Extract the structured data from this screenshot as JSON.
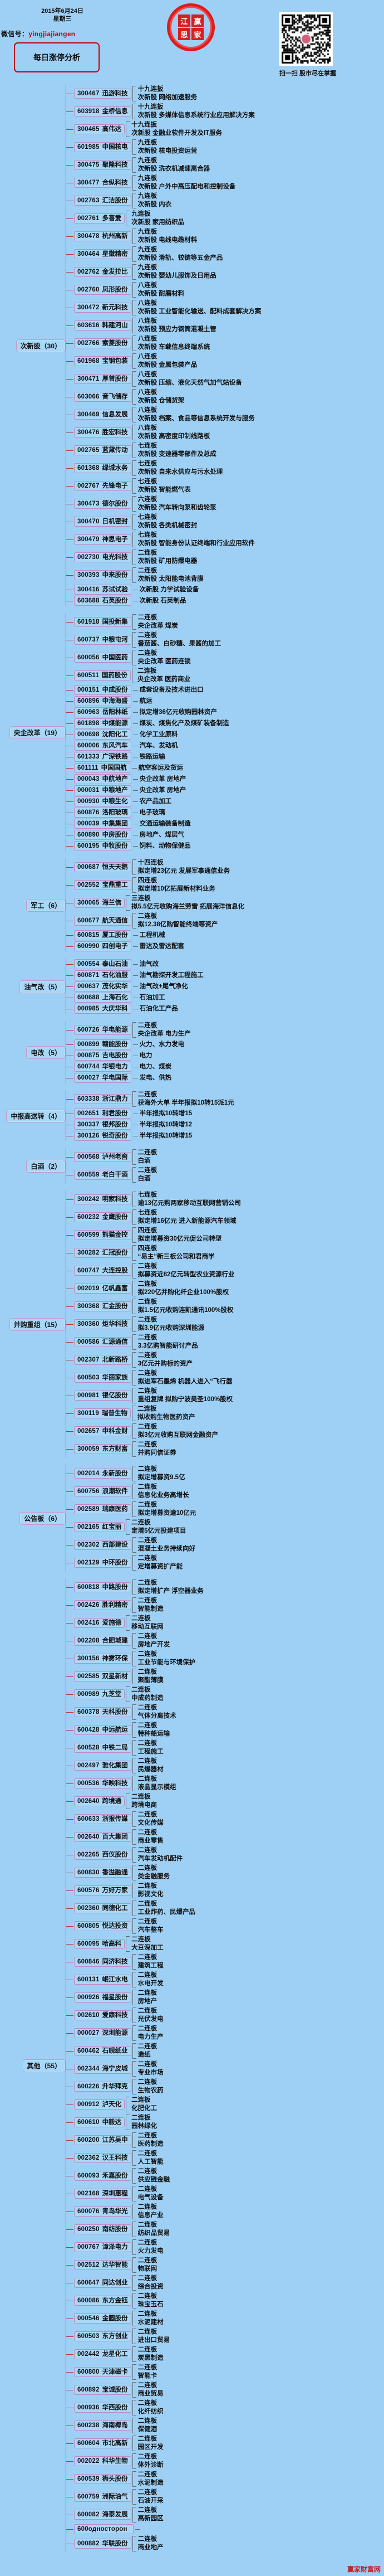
{
  "header": {
    "date": "2015年6月24日",
    "weekday": "星期三",
    "wechat_label": "微信号：",
    "wechat_id": "yingjiajiangen",
    "title": "每日涨停分析",
    "logo_chars": [
      "江",
      "赢",
      "思",
      "家"
    ],
    "qr_caption": "扫一扫 股市尽在掌握"
  },
  "footer": {
    "watermark": "赢家财富网"
  },
  "groups": [
    {
      "label": "次新股（30）",
      "rows": [
        {
          "code": "300467",
          "name": "迅游科技",
          "l1": "十九连扳",
          "l2": "次新股 网络加速服务"
        },
        {
          "code": "603918",
          "name": "金桥信息",
          "l1": "十九连扳",
          "l2": "次新股 多媒体信息系统行业应用解决方案"
        },
        {
          "code": "300465",
          "name": "高伟达",
          "l1": "十九连扳",
          "l2": "次新股 金融业软件开发及IT服务"
        },
        {
          "code": "601985",
          "name": "中国核电",
          "l1": "九连板",
          "l2": "次新股 核电投资运营"
        },
        {
          "code": "300475",
          "name": "聚隆科技",
          "l1": "九连板",
          "l2": "次新股 洗衣机减速离合器"
        },
        {
          "code": "300477",
          "name": "合纵科技",
          "l1": "九连板",
          "l2": "次新股 户外中高压配电和控制设备"
        },
        {
          "code": "002763",
          "name": "汇洁股份",
          "l1": "九连板",
          "l2": "次新股 内衣"
        },
        {
          "code": "002761",
          "name": "多喜爱",
          "l1": "九连板",
          "l2": "次新股 家用纺织品"
        },
        {
          "code": "300478",
          "name": "杭州高新",
          "l1": "九连板",
          "l2": "次新股 电线电缆材料"
        },
        {
          "code": "300464",
          "name": "星徽精密",
          "l1": "九连板",
          "l2": "次新股 滑轨、铰链等五金产品"
        },
        {
          "code": "002762",
          "name": "金发拉比",
          "l1": "九连板",
          "l2": "次新股 婴幼儿服饰及日用品"
        },
        {
          "code": "002760",
          "name": "凤形股份",
          "l1": "八连板",
          "l2": "次新股 耐磨材料"
        },
        {
          "code": "300472",
          "name": "新元科技",
          "l1": "八连板",
          "l2": "次新股 工业智能化输送、配料成套解决方案"
        },
        {
          "code": "603616",
          "name": "韩建河山",
          "l1": "八连板",
          "l2": "次新股 预应力钢筒混凝土管"
        },
        {
          "code": "002766",
          "name": "索菱股份",
          "l1": "八连板",
          "l2": "次新股 车载信息终端系统"
        },
        {
          "code": "601968",
          "name": "宝钢包装",
          "l1": "八连板",
          "l2": "次新股 金属包装产品"
        },
        {
          "code": "300471",
          "name": "厚普股份",
          "l1": "八连板",
          "l2": "次新股 压缩、液化天然气加气站设备"
        },
        {
          "code": "603066",
          "name": "音飞储存",
          "l1": "八连板",
          "l2": "次新股 仓储货架"
        },
        {
          "code": "300469",
          "name": "信息发展",
          "l1": "八连板",
          "l2": "次新股 档案、食品等信息系统开发与服务"
        },
        {
          "code": "300476",
          "name": "胜宏科技",
          "l1": "八连板",
          "l2": "次新股 高密度印制线路板"
        },
        {
          "code": "002765",
          "name": "蓝黛传动",
          "l1": "七连板",
          "l2": "次新股 变速器零部件及总成"
        },
        {
          "code": "601368",
          "name": "绿城水务",
          "l1": "七连板",
          "l2": "次新股 自来水供应与污水处理"
        },
        {
          "code": "002767",
          "name": "先锋电子",
          "l1": "七连板",
          "l2": "次新股 智能燃气表"
        },
        {
          "code": "300473",
          "name": "德尔股份",
          "l1": "六连板",
          "l2": "次新股 汽车转向泵和齿轮泵"
        },
        {
          "code": "300470",
          "name": "日机密封",
          "l1": "七连板",
          "l2": "次新股 各类机械密封"
        },
        {
          "code": "300479",
          "name": "神思电子",
          "l1": "七连板",
          "l2": "次新股 智能身份认证终端和行业应用软件"
        },
        {
          "code": "002730",
          "name": "电光科技",
          "l1": "二连板",
          "l2": "次新股 矿用防爆电器"
        },
        {
          "code": "300393",
          "name": "中来股份",
          "l1": "二连板",
          "l2": "次新股 太阳能电池背膜"
        },
        {
          "code": "300416",
          "name": "苏试试验",
          "l1": "",
          "l2": "次新股 力学试验设备"
        },
        {
          "code": "603688",
          "name": "石英股份",
          "l1": "",
          "l2": "次新股 石英制品"
        }
      ]
    },
    {
      "label": "央企改革（19）",
      "rows": [
        {
          "code": "601918",
          "name": "国投新集",
          "l1": "二连板",
          "l2": "央企改革 煤炭"
        },
        {
          "code": "600737",
          "name": "中粮屯河",
          "l1": "二连板",
          "l2": "番茄酱、白砂糖、果酱的加工"
        },
        {
          "code": "600056",
          "name": "中国医药",
          "l1": "二连板",
          "l2": "央企改革 医药连锁"
        },
        {
          "code": "600511",
          "name": "国药股份",
          "l1": "二连板",
          "l2": "央企改革 医药商业"
        },
        {
          "code": "000151",
          "name": "中成股份",
          "l1": "",
          "l2": "成套设备及技术进出口"
        },
        {
          "code": "600896",
          "name": "中海海盛",
          "l1": "",
          "l2": "航运"
        },
        {
          "code": "600963",
          "name": "岳阳林纸",
          "l1": "",
          "l2": "拟定增36亿元收购园林资产"
        },
        {
          "code": "601898",
          "name": "中煤能源",
          "l1": "",
          "l2": "煤炭、煤焦化产及煤矿装备制造"
        },
        {
          "code": "000698",
          "name": "沈阳化工",
          "l1": "",
          "l2": "化学工业原料"
        },
        {
          "code": "600006",
          "name": "东风汽车",
          "l1": "",
          "l2": "汽车、发动机"
        },
        {
          "code": "601333",
          "name": "广深铁路",
          "l1": "",
          "l2": "铁路运输"
        },
        {
          "code": "601111",
          "name": "中国国航",
          "l1": "",
          "l2": "航空客运及货运"
        },
        {
          "code": "000043",
          "name": "中航地产",
          "l1": "",
          "l2": "央企改革 房地产"
        },
        {
          "code": "000031",
          "name": "中粮地产",
          "l1": "",
          "l2": "央企改革 房地产"
        },
        {
          "code": "000930",
          "name": "中粮生化",
          "l1": "",
          "l2": "农产品加工"
        },
        {
          "code": "600876",
          "name": "洛阳玻璃",
          "l1": "",
          "l2": "电子玻璃"
        },
        {
          "code": "000039",
          "name": "中集集团",
          "l1": "",
          "l2": "交通运输装备制造"
        },
        {
          "code": "600890",
          "name": "中房股份",
          "l1": "",
          "l2": "房地产、煤层气"
        },
        {
          "code": "600195",
          "name": "中牧股份",
          "l1": "",
          "l2": "饲料、动物保健品"
        }
      ]
    },
    {
      "label": "军工（6）",
      "rows": [
        {
          "code": "000687",
          "name": "恒天天鹅",
          "l1": "十四连板",
          "l2": "拟定增23亿元 发展军事通信业务"
        },
        {
          "code": "002552",
          "name": "宝鼎重工",
          "l1": "四连板",
          "l2": "拟定增10亿拓展新材料业务"
        },
        {
          "code": "300065",
          "name": "海兰信",
          "l1": "三连板",
          "l2": "拟5.5亿元收购海兰劳雷 拓展海洋信息化"
        },
        {
          "code": "600677",
          "name": "航天通信",
          "l1": "二连板",
          "l2": "拟12.38亿购智能终端等资产"
        },
        {
          "code": "600815",
          "name": "厦工股份",
          "l1": "",
          "l2": "工程机械"
        },
        {
          "code": "600990",
          "name": "四创电子",
          "l1": "",
          "l2": "雷达及雷达配套"
        }
      ]
    },
    {
      "label": "油气改（5）",
      "rows": [
        {
          "code": "000554",
          "name": "泰山石油",
          "l1": "",
          "l2": "油气改"
        },
        {
          "code": "600871",
          "name": "石化油服",
          "l1": "",
          "l2": "油气勘探开发工程施工"
        },
        {
          "code": "000637",
          "name": "茂化实华",
          "l1": "",
          "l2": "油气改+尾气净化"
        },
        {
          "code": "600688",
          "name": "上海石化",
          "l1": "",
          "l2": "石油加工"
        },
        {
          "code": "000985",
          "name": "大庆华科",
          "l1": "",
          "l2": "石油化工产品"
        }
      ]
    },
    {
      "label": "电改（5）",
      "rows": [
        {
          "code": "600726",
          "name": "华电能源",
          "l1": "二连板",
          "l2": "央企改革 电力生产"
        },
        {
          "code": "000899",
          "name": "赣能股份",
          "l1": "",
          "l2": "火力、水力发电"
        },
        {
          "code": "000875",
          "name": "吉电股份",
          "l1": "",
          "l2": "电力"
        },
        {
          "code": "600744",
          "name": "华银电力",
          "l1": "",
          "l2": "电力、煤炭"
        },
        {
          "code": "600027",
          "name": "华电国际",
          "l1": "",
          "l2": "发电、供热"
        }
      ]
    },
    {
      "label": "中报高送转（4）",
      "rows": [
        {
          "code": "603338",
          "name": "浙江鼎力",
          "l1": "二连板",
          "l2": "获海外大单 半年报拟10转15派1元"
        },
        {
          "code": "002651",
          "name": "利君股份",
          "l1": "",
          "l2": "半年报拟10转增15"
        },
        {
          "code": "300337",
          "name": "银邦股份",
          "l1": "",
          "l2": "半年报拟10转增12"
        },
        {
          "code": "300126",
          "name": "锐奇股份",
          "l1": "",
          "l2": "半年报拟10转增15"
        }
      ]
    },
    {
      "label": "白酒（2）",
      "rows": [
        {
          "code": "000568",
          "name": "泸州老窖",
          "l1": "二连板",
          "l2": "白酒"
        },
        {
          "code": "600559",
          "name": "老白干酒",
          "l1": "二连板",
          "l2": "白酒"
        }
      ]
    },
    {
      "label": "并购重组（15）",
      "rows": [
        {
          "code": "300242",
          "name": "明家科技",
          "l1": "七连板",
          "l2": "逾13亿元购两家移动互联网营销公司"
        },
        {
          "code": "600232",
          "name": "金鹰股份",
          "l1": "七连板",
          "l2": "拟定增16亿元 进入新能源汽车领域"
        },
        {
          "code": "600599",
          "name": "熊猫金控",
          "l1": "四连板",
          "l2": "拟定增募资30亿元促公司转型"
        },
        {
          "code": "300282",
          "name": "汇冠股份",
          "l1": "四连板",
          "l2": "“易主”新三板公司和君商学"
        },
        {
          "code": "600747",
          "name": "大连控股",
          "l1": "二连板",
          "l2": "拟募资近82亿元转型农业资源行业"
        },
        {
          "code": "002019",
          "name": "亿帆鑫富",
          "l1": "二连板",
          "l2": "拟220亿并购化纤企业100%股权"
        },
        {
          "code": "300368",
          "name": "汇金股份",
          "l1": "二连板",
          "l2": "拟1.5亿元收购连凯通讯100%股权"
        },
        {
          "code": "300360",
          "name": "炬华科技",
          "l1": "二连板",
          "l2": "拟3.9亿元收购深圳能源"
        },
        {
          "code": "000586",
          "name": "汇源通信",
          "l1": "二连板",
          "l2": "3.3亿购智能研讨产品"
        },
        {
          "code": "002307",
          "name": "北新路桥",
          "l1": "二连板",
          "l2": "3亿元并购标的资产"
        },
        {
          "code": "600503",
          "name": "华丽家族",
          "l1": "二连板",
          "l2": "拟进军石墨烯 机器人进入“飞行器"
        },
        {
          "code": "000981",
          "name": "银亿股份",
          "l1": "二连板",
          "l2": "重组复牌 拟购宁波昊圣100%股权"
        },
        {
          "code": "300119",
          "name": "瑞普生物",
          "l1": "二连板",
          "l2": "拟收购生物医药资产"
        },
        {
          "code": "002657",
          "name": "中科金财",
          "l1": "二连板",
          "l2": "拟3亿元收购互联网金融资产"
        },
        {
          "code": "300059",
          "name": "东方财富",
          "l1": "二连板",
          "l2": "并购同信证券"
        }
      ]
    },
    {
      "label": "公告板（6）",
      "rows": [
        {
          "code": "002014",
          "name": "永新股份",
          "l1": "二连板",
          "l2": "拟定增募资9.5亿"
        },
        {
          "code": "600756",
          "name": "浪潮软件",
          "l1": "二连板",
          "l2": "信息化业务高增长"
        },
        {
          "code": "002589",
          "name": "瑞康医药",
          "l1": "二连板",
          "l2": "拟定增募资逾10亿元"
        },
        {
          "code": "002165",
          "name": "红宝丽",
          "l1": "二连板",
          "l2": "定增5亿元投建项目"
        },
        {
          "code": "002302",
          "name": "西部建设",
          "l1": "二连板",
          "l2": "混凝土业务持续向好"
        },
        {
          "code": "002129",
          "name": "中环股份",
          "l1": "二连板",
          "l2": "定增募资扩产能"
        }
      ]
    },
    {
      "label": "其他（55）",
      "rows": [
        {
          "code": "600818",
          "name": "中路股份",
          "l1": "二连板",
          "l2": "拟定增扩产 浮空器业务"
        },
        {
          "code": "002426",
          "name": "胜利精密",
          "l1": "二连板",
          "l2": "智能制造"
        },
        {
          "code": "002416",
          "name": "爱施德",
          "l1": "二连板",
          "l2": "移动互联网"
        },
        {
          "code": "002208",
          "name": "合肥城建",
          "l1": "二连板",
          "l2": "房地产开发"
        },
        {
          "code": "300156",
          "name": "神雾环保",
          "l1": "二连板",
          "l2": "工业节能与环境保护"
        },
        {
          "code": "002585",
          "name": "双星新材",
          "l1": "二连板",
          "l2": "聚酯薄膜"
        },
        {
          "code": "000989",
          "name": "九芝堂",
          "l1": "二连板",
          "l2": "中成药制造"
        },
        {
          "code": "600378",
          "name": "天科股份",
          "l1": "二连板",
          "l2": "气体分离技术"
        },
        {
          "code": "600428",
          "name": "中远航运",
          "l1": "二连板",
          "l2": "特种船运输"
        },
        {
          "code": "600528",
          "name": "中铁二局",
          "l1": "二连板",
          "l2": "工程施工"
        },
        {
          "code": "002497",
          "name": "雅化集团",
          "l1": "二连板",
          "l2": "民爆器材"
        },
        {
          "code": "000536",
          "name": "华映科技",
          "l1": "二连板",
          "l2": "液晶显示模组"
        },
        {
          "code": "002640",
          "name": "跨境通",
          "l1": "二连板",
          "l2": "跨境电商"
        },
        {
          "code": "600633",
          "name": "浙报传媒",
          "l1": "二连板",
          "l2": "文化传媒"
        },
        {
          "code": "002640",
          "name": "百大集团",
          "l1": "二连板",
          "l2": "商业零售"
        },
        {
          "code": "002265",
          "name": "西仪股份",
          "l1": "二连板",
          "l2": "汽车发动机配件"
        },
        {
          "code": "600830",
          "name": "香溢融通",
          "l1": "二连板",
          "l2": "类金融服务"
        },
        {
          "code": "600576",
          "name": "万好万家",
          "l1": "二连板",
          "l2": "影视文化"
        },
        {
          "code": "002360",
          "name": "同德化工",
          "l1": "二连板",
          "l2": "工业炸药、民爆产品"
        },
        {
          "code": "600805",
          "name": "悦达投资",
          "l1": "二连板",
          "l2": "汽车整车"
        },
        {
          "code": "600095",
          "name": "哈高科",
          "l1": "二连板",
          "l2": "大豆深加工"
        },
        {
          "code": "600846",
          "name": "同济科技",
          "l1": "二连板",
          "l2": "建筑工程"
        },
        {
          "code": "600131",
          "name": "岷江水电",
          "l1": "二连板",
          "l2": "水电开发"
        },
        {
          "code": "000926",
          "name": "福星股份",
          "l1": "二连板",
          "l2": "房地产"
        },
        {
          "code": "002610",
          "name": "爱康科技",
          "l1": "二连板",
          "l2": "光伏发电"
        },
        {
          "code": "000027",
          "name": "深圳能源",
          "l1": "二连板",
          "l2": "电力生产"
        },
        {
          "code": "600462",
          "name": "石岘纸业",
          "l1": "二连板",
          "l2": "造纸"
        },
        {
          "code": "002344",
          "name": "海宁皮城",
          "l1": "二连板",
          "l2": "专业市场"
        },
        {
          "code": "600226",
          "name": "升华拜克",
          "l1": "二连板",
          "l2": "生物农药"
        },
        {
          "code": "000912",
          "name": "泸天化",
          "l1": "二连板",
          "l2": "化肥化工"
        },
        {
          "code": "600610",
          "name": "中毅达",
          "l1": "二连板",
          "l2": "园林绿化"
        },
        {
          "code": "600200",
          "name": "江苏吴中",
          "l1": "二连板",
          "l2": "医药制造"
        },
        {
          "code": "002362",
          "name": "汉王科技",
          "l1": "二连板",
          "l2": "人工智能"
        },
        {
          "code": "600093",
          "name": "禾嘉股份",
          "l1": "二连板",
          "l2": "供应链金融"
        },
        {
          "code": "002168",
          "name": "深圳惠程",
          "l1": "二连板",
          "l2": "电气设备"
        },
        {
          "code": "600076",
          "name": "青鸟华光",
          "l1": "二连板",
          "l2": "信息产业"
        },
        {
          "code": "600250",
          "name": "南纺股份",
          "l1": "二连板",
          "l2": "纺织品贸易"
        },
        {
          "code": "000767",
          "name": "漳泽电力",
          "l1": "二连板",
          "l2": "火力发电"
        },
        {
          "code": "002512",
          "name": "达华智能",
          "l1": "二连板",
          "l2": "物联网"
        },
        {
          "code": "600647",
          "name": "同达创业",
          "l1": "二连板",
          "l2": "综合投资"
        },
        {
          "code": "600086",
          "name": "东方金钰",
          "l1": "二连板",
          "l2": "珠宝玉石"
        },
        {
          "code": "000546",
          "name": "金圆股份",
          "l1": "二连板",
          "l2": "水泥建材"
        },
        {
          "code": "600503",
          "name": "东方创业",
          "l1": "二连板",
          "l2": "进出口贸易"
        },
        {
          "code": "002442",
          "name": "龙星化工",
          "l1": "二连板",
          "l2": "炭黑制造"
        },
        {
          "code": "600800",
          "name": "天津磁卡",
          "l1": "二连板",
          "l2": "智能卡"
        },
        {
          "code": "600892",
          "name": "宝诚股份",
          "l1": "二连板",
          "l2": "商业贸易"
        },
        {
          "code": "000936",
          "name": "华西股份",
          "l1": "二连板",
          "l2": "化纤纺织"
        },
        {
          "code": "600238",
          "name": "海南椰岛",
          "l1": "二连板",
          "l2": "保健酒"
        },
        {
          "code": "600604",
          "name": "市北高新",
          "l1": "二连板",
          "l2": "园区开发"
        },
        {
          "code": "002022",
          "name": "科华生物",
          "l1": "二连板",
          "l2": "体外诊断"
        },
        {
          "code": "600539",
          "name": "狮头股份",
          "l1": "二连板",
          "l2": "水泥制造"
        },
        {
          "code": "600759",
          "name": "洲际油气",
          "l1": "二连板",
          "l2": "石油开采"
        },
        {
          "code": "600082",
          "name": "海泰发展",
          "l1": "二连板",
          "l2": "高新园区"
        },
        {
          "code": "600односторон",
          "name": "",
          "l1": "",
          "l2": ""
        },
        {
          "code": "000882",
          "name": "华联股份",
          "l1": "二连板",
          "l2": "商业地产"
        }
      ]
    }
  ]
}
